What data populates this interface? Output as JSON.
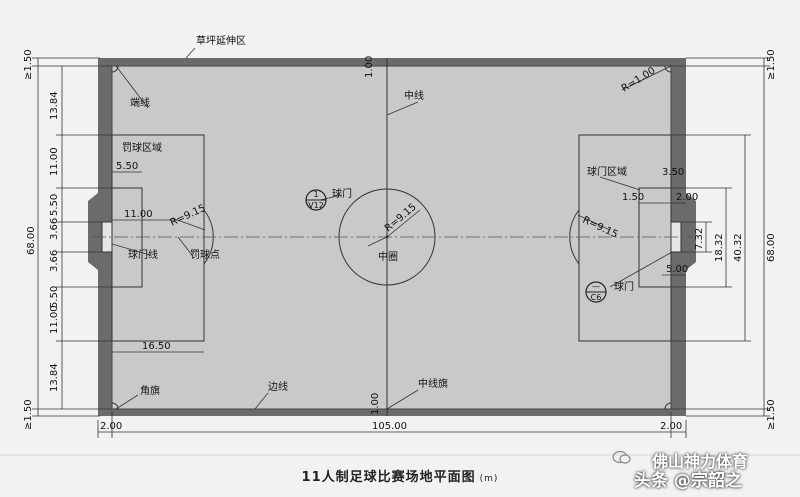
{
  "diagram": {
    "title": "11人制足球比赛场地平面图",
    "unit": "(m)",
    "labels": {
      "grass_ext": "草坪延伸区",
      "end_line": "端线",
      "penalty_area": "罚球区域",
      "goal_area": "球门区域",
      "goal_line": "球门线",
      "penalty_spot": "罚球点",
      "halfway_line": "中线",
      "goal_left": "球门",
      "goal_right": "球门",
      "center_circle": "中圈",
      "corner_flag": "角旗",
      "touch_line": "边线",
      "mid_flag": "中线旗"
    },
    "callouts": {
      "v12_num": "1",
      "v12_code": "V12",
      "c6_num": "—",
      "c6_code": "C6"
    },
    "dims": {
      "d_5_50_ga": "5.50",
      "d_11_00_spot": "11.00",
      "d_16_50": "16.50",
      "r_center": "R=9.15",
      "r_left_arc": "R=9.15",
      "r_right_arc": "R=9.15",
      "r_corner": "R=1.00",
      "d_1_00_top": "1.00",
      "d_1_00_bot": "1.00",
      "d_3_50": "3.50",
      "d_1_50_r": "1.50",
      "d_2_00_r": "2.00",
      "d_5_00_r": "5.00",
      "d_105": "105.00",
      "d_2_00_bl": "2.00",
      "d_2_00_br": "2.00",
      "l_1_50_top": "≥1.50",
      "l_13_84_top": "13.84",
      "l_11_00_top": "11.00",
      "l_5_50_top": "5.50",
      "l_3_66_a": "3.66",
      "l_3_66_b": "3.66",
      "l_5_50_bot": "5.50",
      "l_11_00_bot": "11.00",
      "l_13_84_bot": "13.84",
      "l_1_50_bot": "≥1.50",
      "l_68": "68.00",
      "r_1_50_top": "≥1.50",
      "r_7_32": "7.32",
      "r_18_32": "18.32",
      "r_40_32": "40.32",
      "r_68": "68.00",
      "r_1_50_bot": "≥1.50"
    }
  },
  "watermark": {
    "line1": "佛山神力体育",
    "line2": "头条 @宗韶之"
  }
}
